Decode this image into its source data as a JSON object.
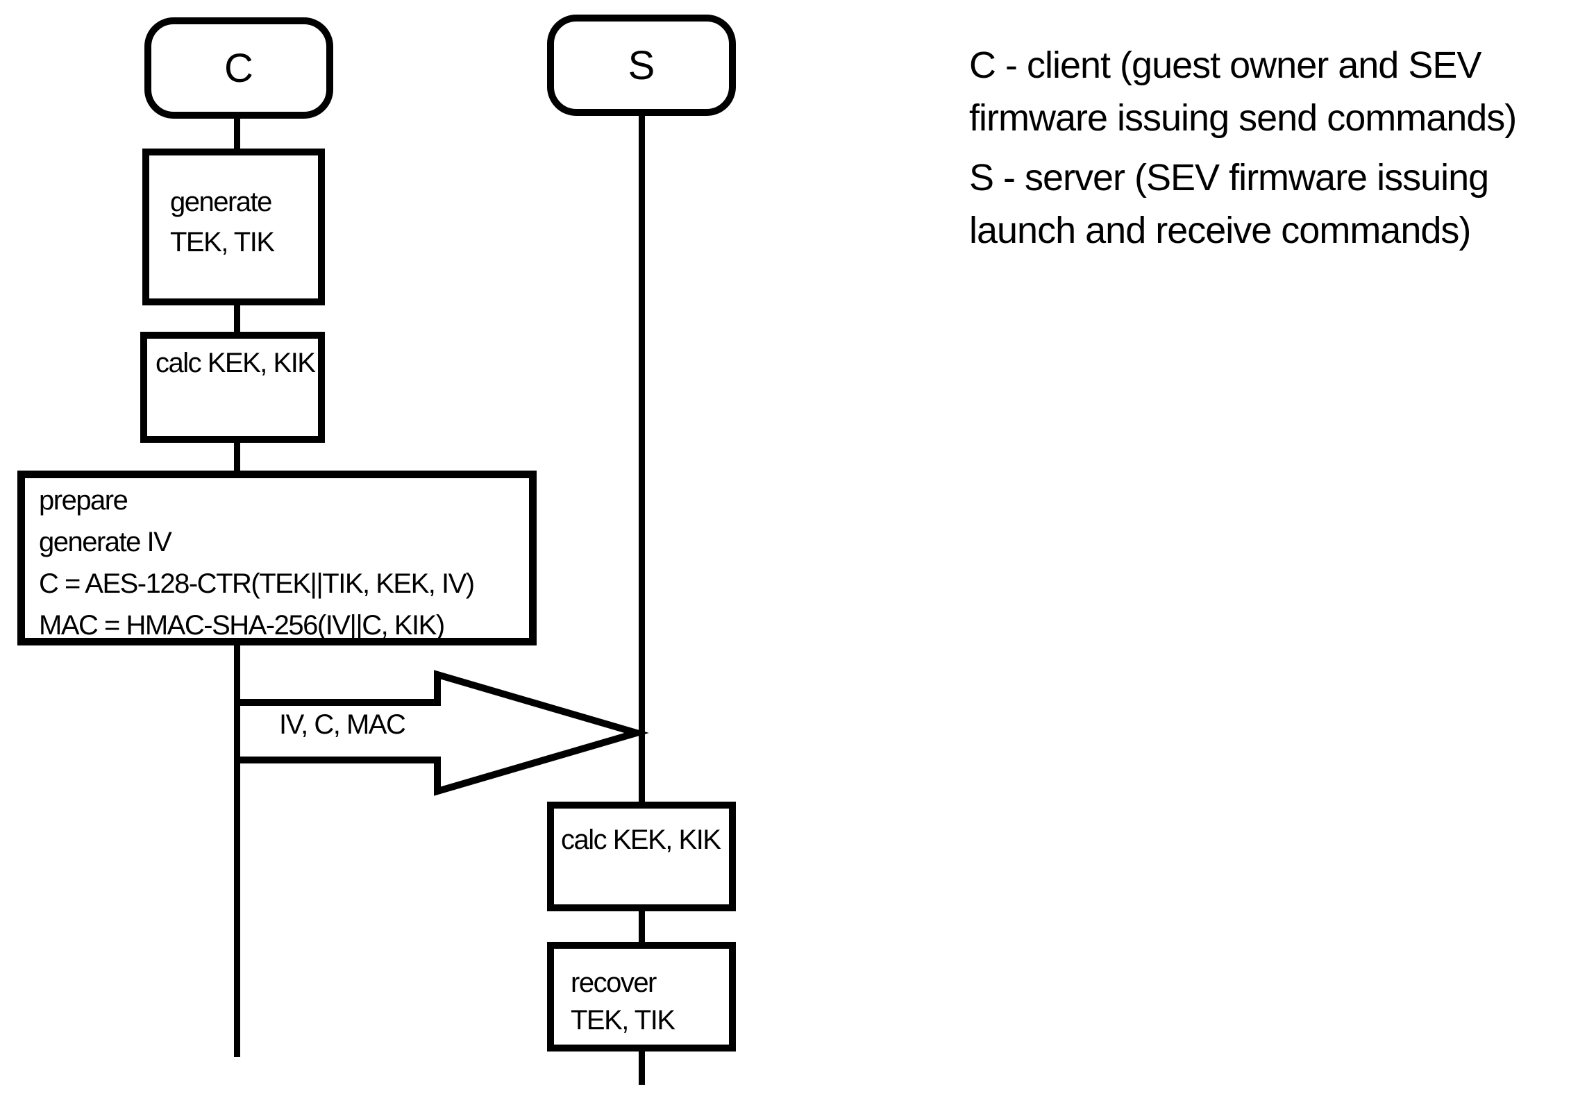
{
  "diagram": {
    "type": "sequence-diagram",
    "colors": {
      "stroke": "#000000",
      "background": "#ffffff",
      "text": "#000000"
    },
    "actors": [
      {
        "id": "C",
        "label": "C"
      },
      {
        "id": "S",
        "label": "S"
      }
    ],
    "client_steps": [
      {
        "name": "generate-tek-tik",
        "lines": [
          "generate",
          "TEK, TIK"
        ]
      },
      {
        "name": "calc-kek-kik",
        "lines": [
          "calc KEK, KIK"
        ]
      },
      {
        "name": "prepare",
        "lines": [
          "prepare",
          "generate IV",
          "C = AES-128-CTR(TEK||TIK, KEK, IV)",
          "MAC = HMAC-SHA-256(IV||C, KIK)"
        ]
      }
    ],
    "message": {
      "label": "IV, C, MAC",
      "direction": "C-to-S"
    },
    "server_steps": [
      {
        "name": "calc-kek-kik",
        "lines": [
          "calc KEK, KIK"
        ]
      },
      {
        "name": "recover-tek-tik",
        "lines": [
          "recover",
          "TEK, TIK"
        ]
      }
    ],
    "legend": [
      {
        "lines": [
          "C - client (guest owner and SEV",
          "firmware issuing send commands)"
        ]
      },
      {
        "lines": [
          "S - server (SEV firmware issuing",
          "launch and receive commands)"
        ]
      }
    ]
  }
}
